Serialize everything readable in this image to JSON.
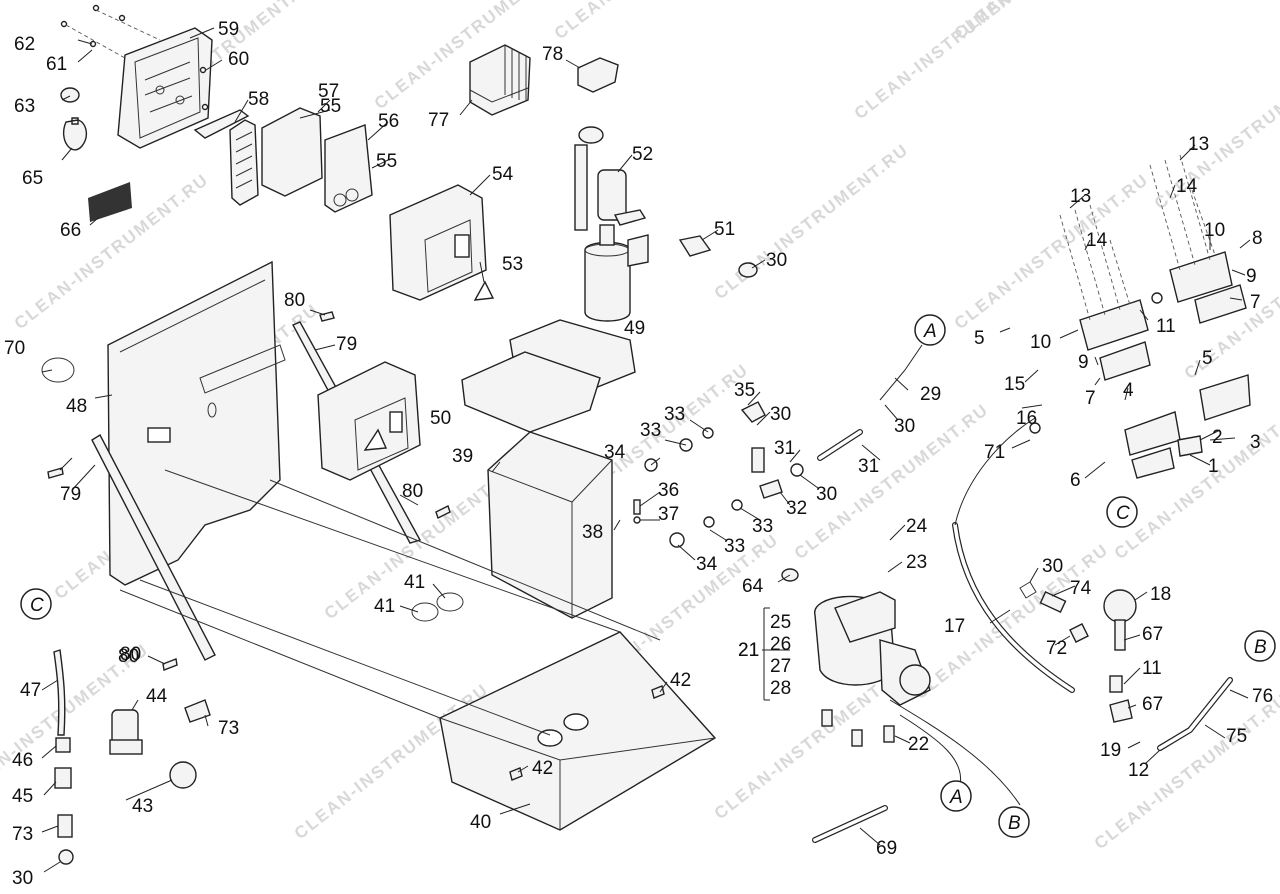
{
  "watermark": "CLEAN-INSTRUMENT.RU",
  "connectors": [
    "A",
    "A",
    "B",
    "B",
    "C",
    "C"
  ],
  "bracket_labels": [
    "25",
    "26",
    "27",
    "28"
  ],
  "bracket_parent": "21",
  "part_labels": [
    "62",
    "61",
    "59",
    "60",
    "63",
    "65",
    "66",
    "58",
    "57",
    "55",
    "56",
    "55",
    "77",
    "78",
    "52",
    "54",
    "51",
    "30",
    "53",
    "13",
    "14",
    "13",
    "14",
    "10",
    "8",
    "9",
    "7",
    "11",
    "5",
    "10",
    "9",
    "7",
    "15",
    "4",
    "5",
    "16",
    "2",
    "3",
    "71",
    "1",
    "6",
    "70",
    "48",
    "80",
    "79",
    "49",
    "50",
    "29",
    "30",
    "35",
    "30",
    "33",
    "33",
    "31",
    "34",
    "31",
    "30",
    "80",
    "79",
    "80",
    "39",
    "36",
    "37",
    "32",
    "38",
    "33",
    "33",
    "34",
    "24",
    "23",
    "64",
    "41",
    "41",
    "21",
    "17",
    "30",
    "74",
    "18",
    "72",
    "67",
    "11",
    "67",
    "76",
    "75",
    "19",
    "12",
    "44",
    "73",
    "47",
    "80",
    "46",
    "45",
    "43",
    "73",
    "30",
    "42",
    "42",
    "40",
    "22",
    "69"
  ]
}
